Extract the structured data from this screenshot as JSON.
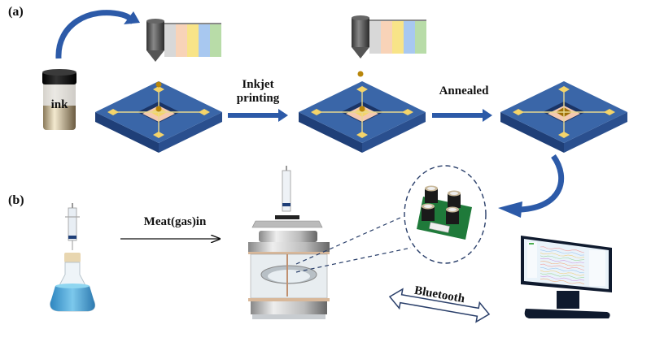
{
  "panels": {
    "a": {
      "label": "(a)",
      "ink_bottle_label": "ink",
      "steps": [
        {
          "label_line1": "Inkjet",
          "label_line2": "printing"
        },
        {
          "label": "Annealed"
        }
      ],
      "ink_cartridge_colors": [
        "#d8d8d8",
        "#f8d3b8",
        "#f8e488",
        "#a8c8f0",
        "#b8dca8"
      ]
    },
    "b": {
      "label": "(b)",
      "gas_in_label": "Meat(gas)in",
      "wireless_label": "Bluetooth"
    }
  },
  "colors": {
    "substrate_top": "#3a66a8",
    "substrate_side": "#1f3f78",
    "electrode_pad": "#f4d46a",
    "sensing_layer": "#f4c9b0",
    "annealed_film": "#a07008",
    "ink_drop": "#b8860b",
    "arrow_blue": "#2c5aa8",
    "pcb_green": "#1f7a3a",
    "liquid_blue": "#4aa8d8",
    "monitor_frame": "#0f1a2e"
  }
}
